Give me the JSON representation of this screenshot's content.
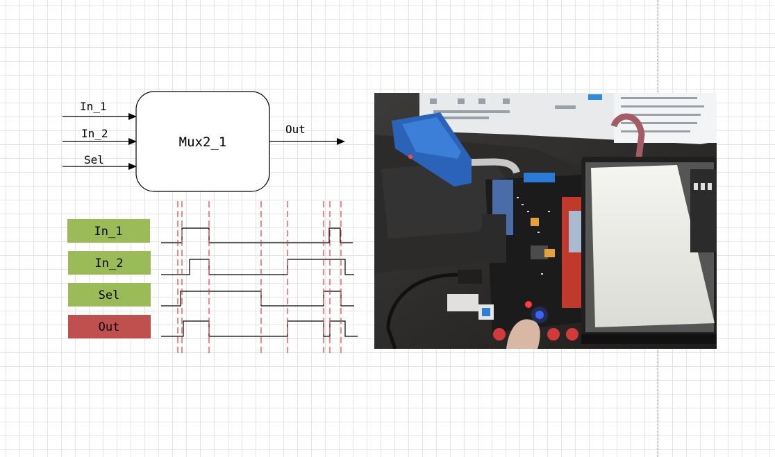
{
  "block": {
    "title": "Mux2_1",
    "inputs": [
      "In_1",
      "In_2",
      "Sel"
    ],
    "output": "Out"
  },
  "waveforms": {
    "labels": [
      {
        "text": "In_1",
        "color": "#9bbb59"
      },
      {
        "text": "In_2",
        "color": "#9bbb59"
      },
      {
        "text": "Sel",
        "color": "#9bbb59"
      },
      {
        "text": "Out",
        "color": "#c0504d"
      }
    ],
    "marker_color": "#e33b3b"
  },
  "photo": {
    "description_icon": "fpga-board-photo"
  }
}
